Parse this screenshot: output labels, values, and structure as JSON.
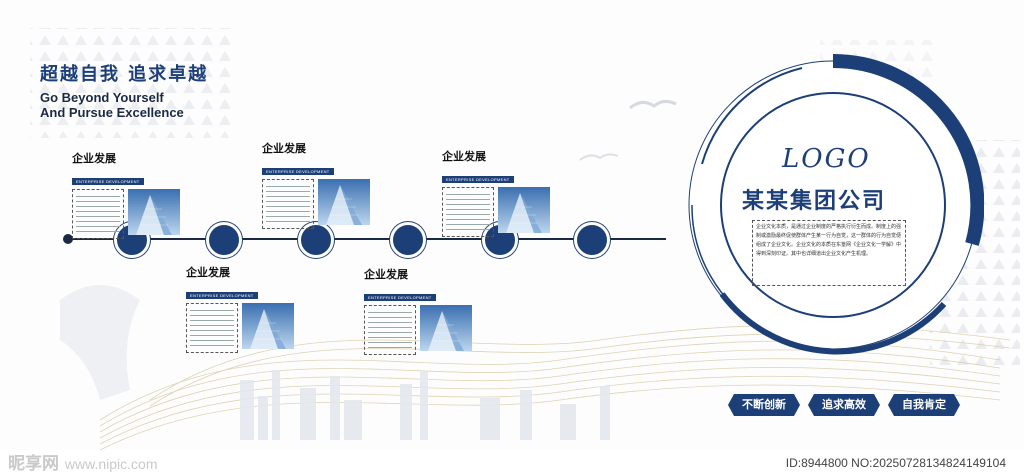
{
  "slogan": {
    "cn": "超越自我  追求卓越",
    "en_line1": "Go Beyond Yourself",
    "en_line2": "And Pursue Excellence"
  },
  "cards": [
    {
      "title": "企业发展",
      "sub": "ENTERPRISE DEVELOPMENT"
    },
    {
      "title": "企业发展",
      "sub": "ENTERPRISE DEVELOPMENT"
    },
    {
      "title": "企业发展",
      "sub": "ENTERPRISE DEVELOPMENT"
    },
    {
      "title": "企业发展",
      "sub": "ENTERPRISE DEVELOPMENT"
    },
    {
      "title": "企业发展",
      "sub": "ENTERPRISE DEVELOPMENT"
    }
  ],
  "company": {
    "logo": "LOGO",
    "name": "某某集团公司",
    "desc": "企业文化本质，是通过企业制度的严格执行衍生而成。制度上的强制或激励最终促使群体产生某一行为自觉，这一群体的行为自觉便组成了企业文化。企业文化的本质在东篁网《企业文化一学解》中得到深刻印证。其中也详细道出企业文化产生机理。"
  },
  "badges": [
    "不断创新",
    "追求高效",
    "自我肯定"
  ],
  "watermark": {
    "brand": "昵享网",
    "url": "www.nipic.com",
    "id": "ID:8944800 NO:20250728134824149104"
  },
  "colors": {
    "navy": "#1d3f78",
    "dark": "#1b2a44"
  }
}
